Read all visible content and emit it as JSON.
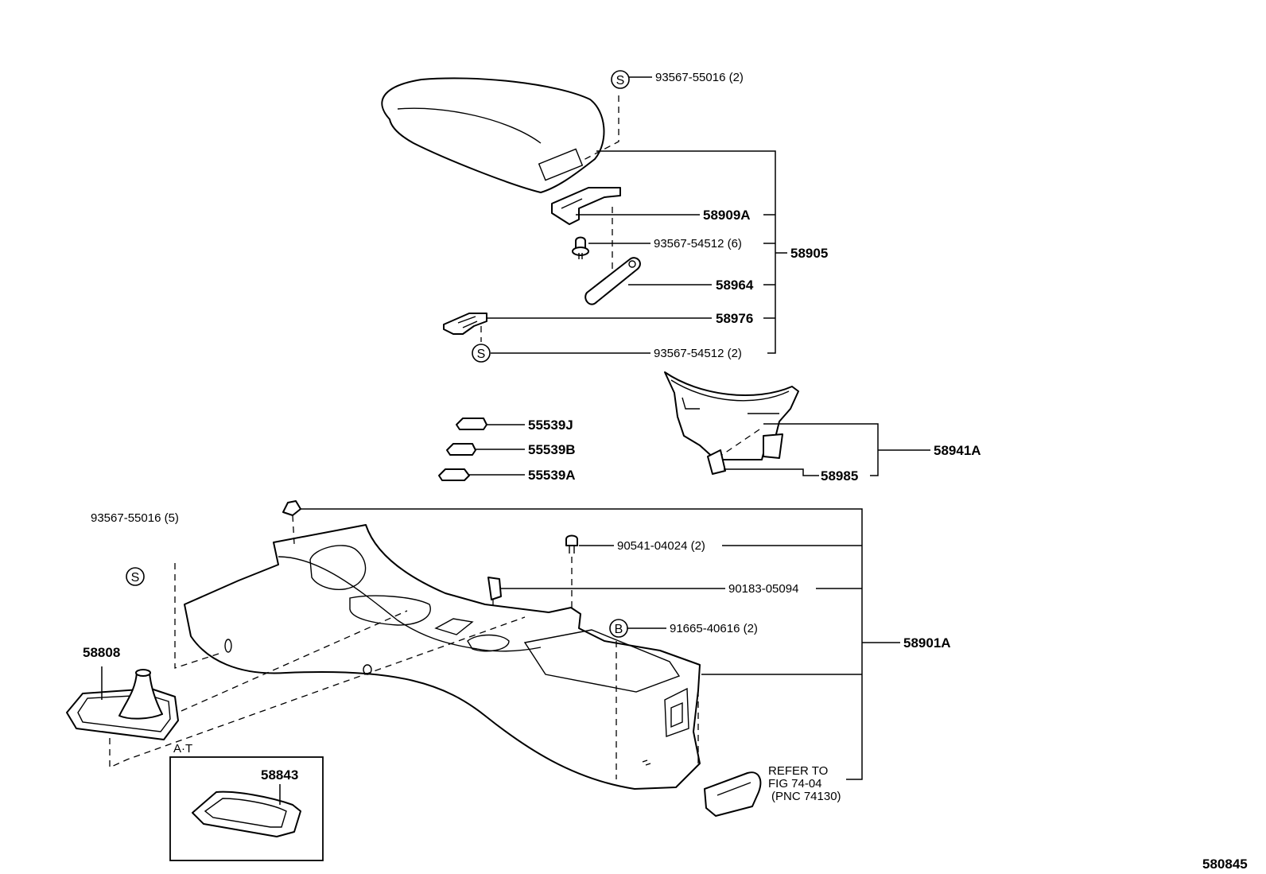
{
  "symbols": {
    "s": "S",
    "b": "B"
  },
  "parts": {
    "armrest_clip_top": "93567-55016 (2)",
    "hinge": "58909A",
    "screw_6": "93567-54512 (6)",
    "armrest_assy": "58905",
    "rod": "58964",
    "lock": "58976",
    "screw_2": "93567-54512 (2)",
    "plug_j": "55539J",
    "plug_b": "55539B",
    "plug_a": "55539A",
    "cup_holder": "58941A",
    "cup_holder_sub": "58985",
    "clip_5": "93567-55016 (5)",
    "bolt": "90541-04024 (2)",
    "nut": "90183-05094",
    "screw_b": "91665-40616 (2)",
    "console_box": "58901A",
    "shift_boot": "58808",
    "variant": "A·T",
    "at_bezel": "58843"
  },
  "refer": {
    "line1": "REFER TO",
    "line2": "FIG 74-04",
    "line3": "(PNC 74130)"
  },
  "figure_id": "580845"
}
